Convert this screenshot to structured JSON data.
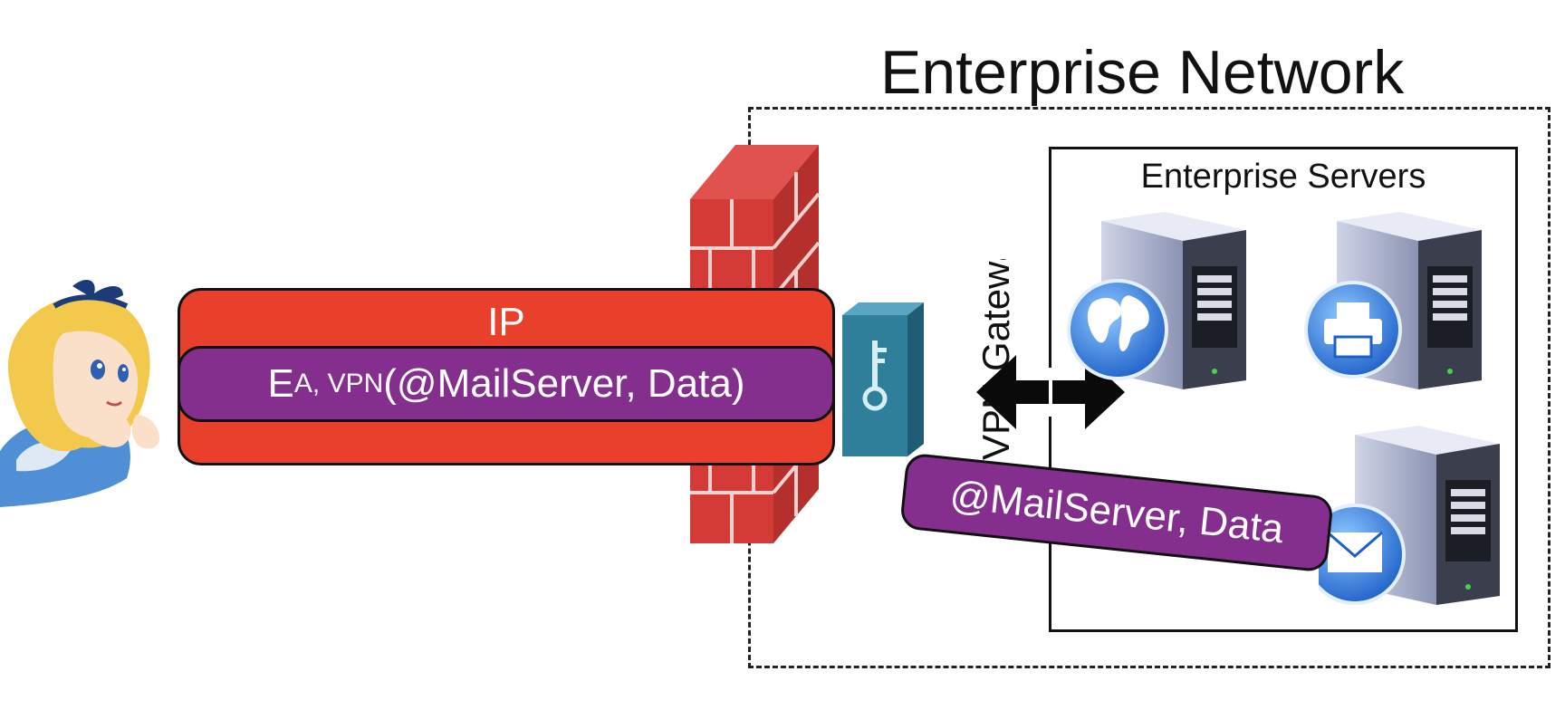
{
  "title": "Enterprise Network",
  "servers_title": "Enterprise Servers",
  "gateway_label": "VPN Gateway",
  "packets": {
    "outer_label": "IP",
    "inner_main": "E",
    "inner_sub": "A, VPN",
    "inner_rest": "(@MailServer, Data)",
    "decrypted": "@MailServer, Data"
  },
  "colors": {
    "ip_red": "#e8402a",
    "payload_purple": "#842f8e",
    "firewall_red": "#d43a36",
    "gateway_teal": "#2f7f9a"
  },
  "icons": [
    "alice-character-image",
    "firewall-icon",
    "vpn-gateway-icon",
    "bidirectional-arrow-icon",
    "web-server-icon",
    "print-server-icon",
    "mail-server-icon"
  ]
}
